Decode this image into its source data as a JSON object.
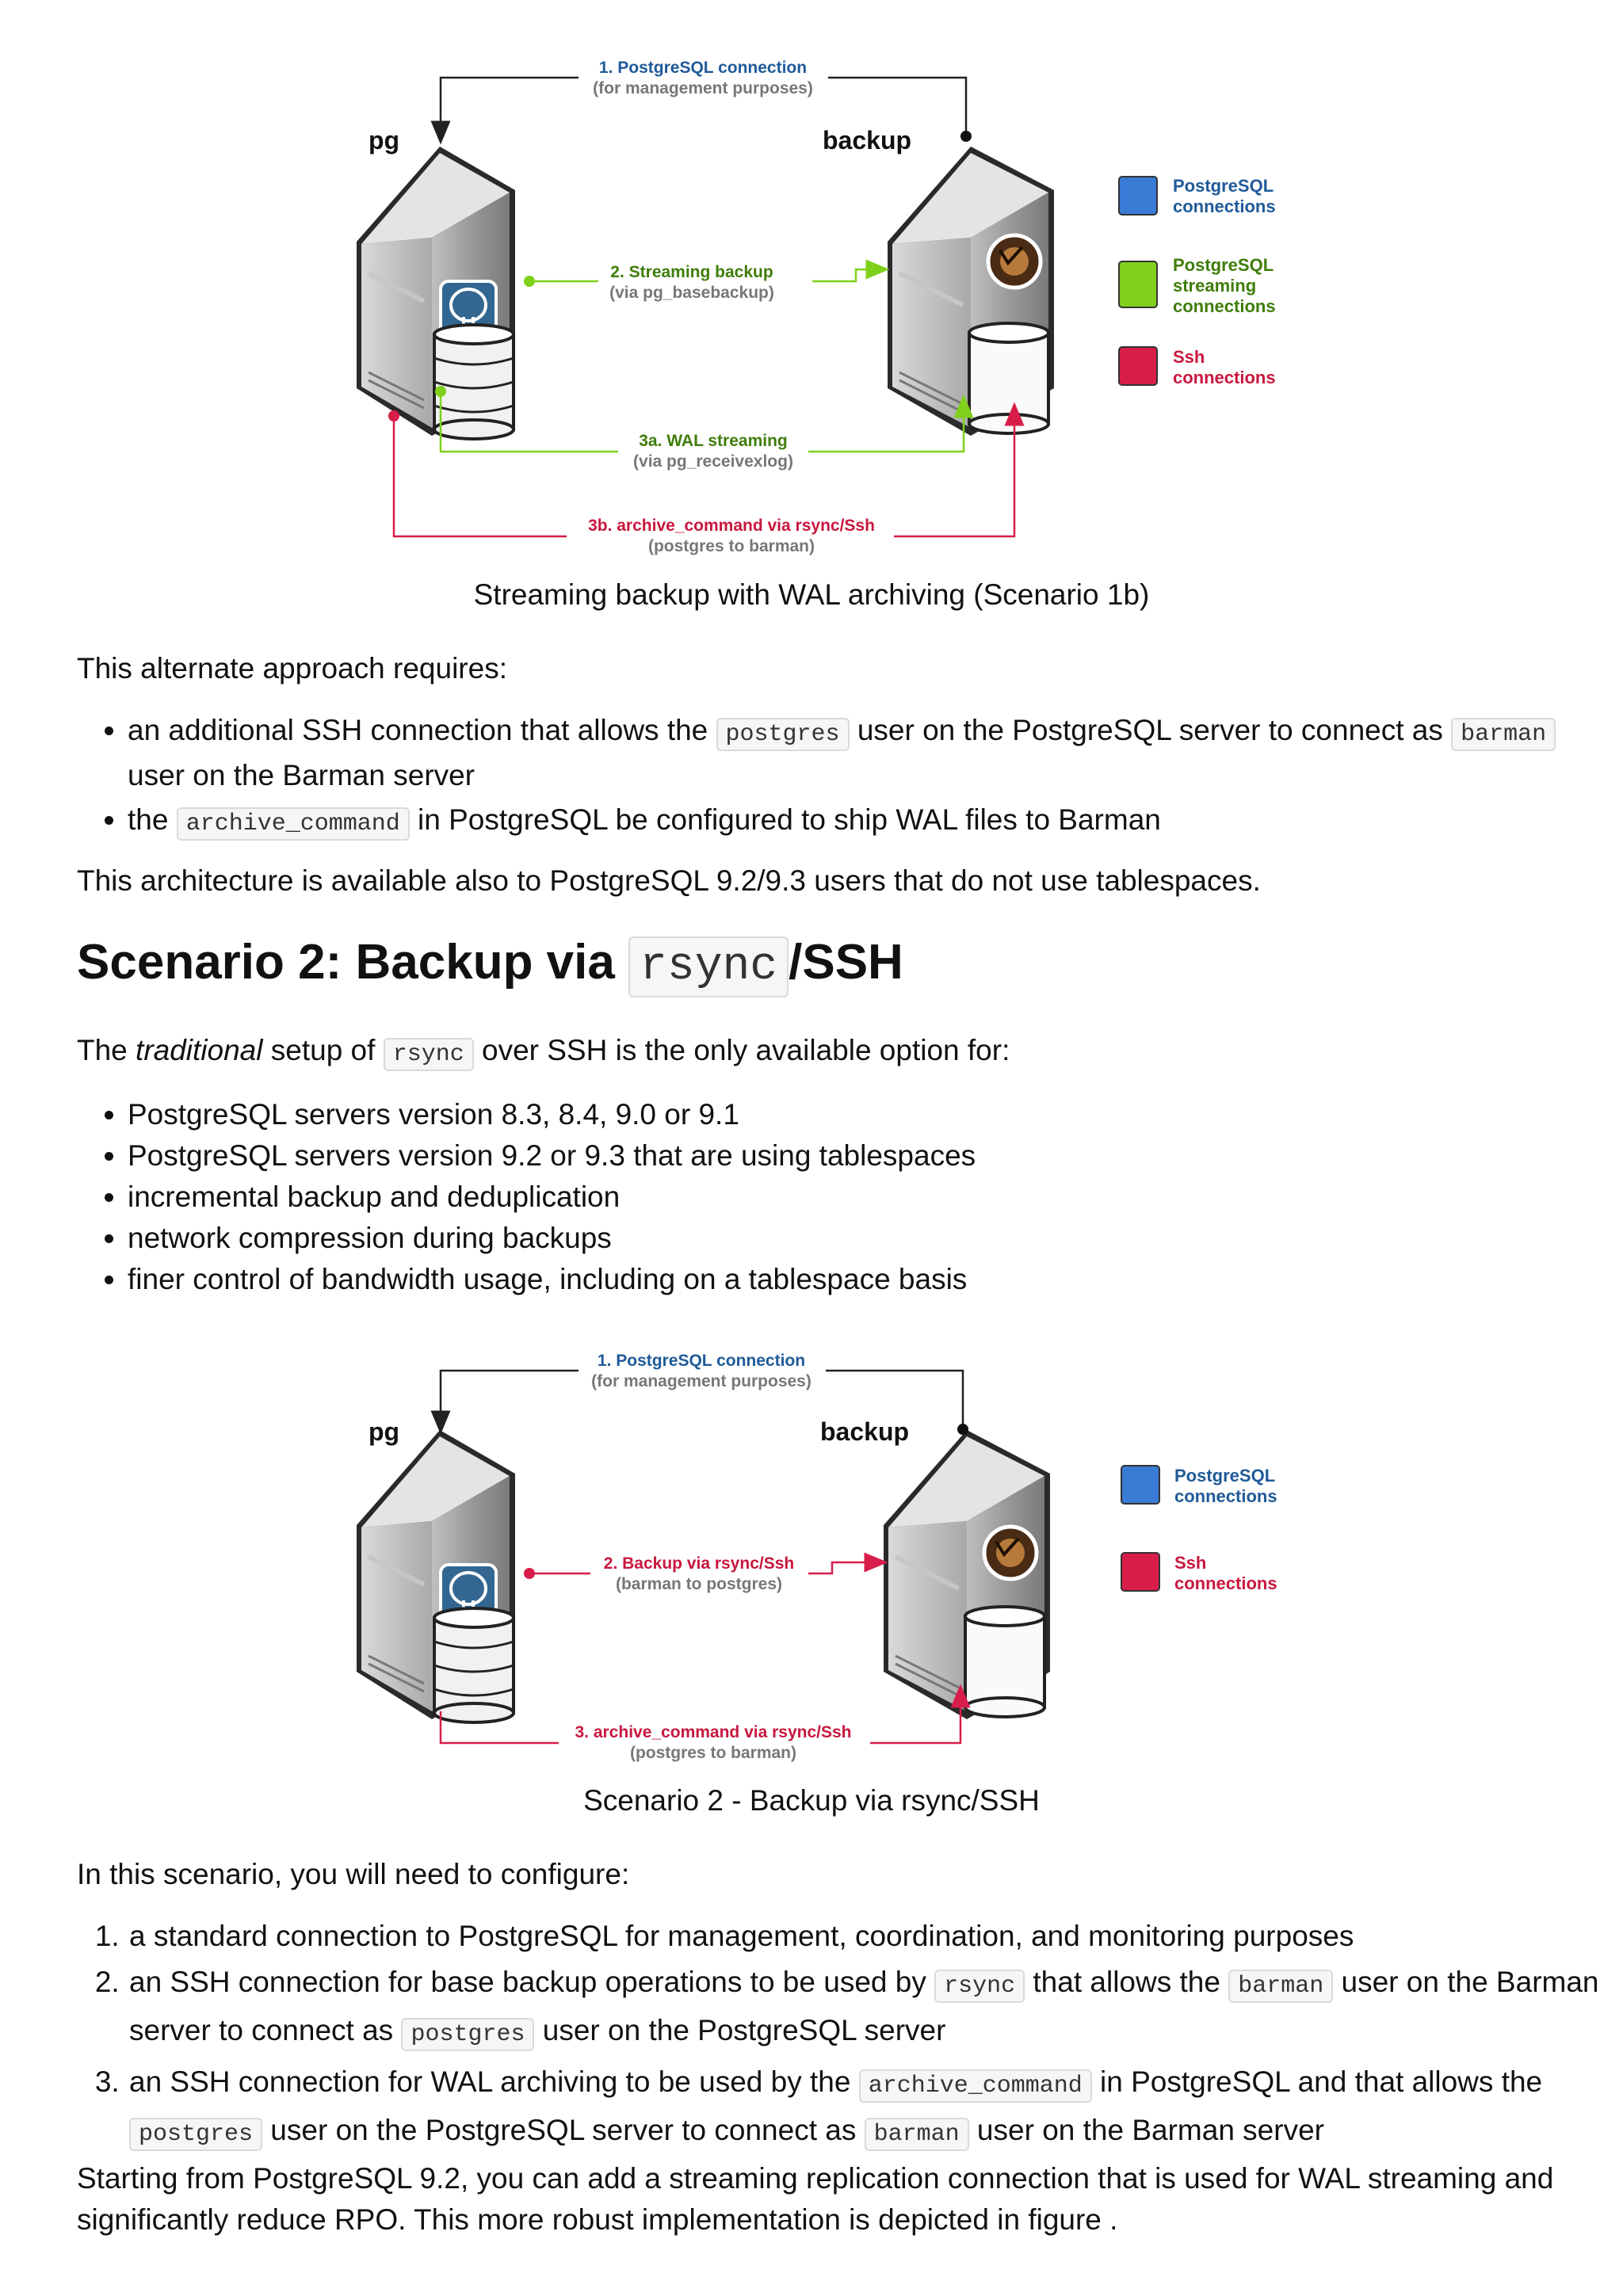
{
  "figure1": {
    "label_pg": "pg",
    "label_backup": "backup",
    "conn1_title": "1. PostgreSQL connection",
    "conn1_sub": "(for management purposes)",
    "conn2_title": "2. Streaming backup",
    "conn2_sub": "(via pg_basebackup)",
    "conn3a_title": "3a. WAL streaming",
    "conn3a_sub": "(via pg_receivexlog)",
    "conn3b_title": "3b. archive_command via rsync/Ssh",
    "conn3b_sub": "(postgres to barman)",
    "legend": [
      {
        "line1": "PostgreSQL",
        "line2": "connections",
        "line3": "",
        "color": "#3a7bd5",
        "text_color": "#1f5a99"
      },
      {
        "line1": "PostgreSQL",
        "line2": "streaming",
        "line3": "connections",
        "color": "#7fd01b",
        "text_color": "#3f7d0a"
      },
      {
        "line1": "Ssh",
        "line2": "connections",
        "line3": "",
        "color": "#d81d4a",
        "text_color": "#c8173e"
      }
    ],
    "caption": "Streaming backup with WAL archiving (Scenario 1b)"
  },
  "section1": {
    "intro": "This alternate approach requires:",
    "bullet1_pre": "an additional SSH connection that allows the ",
    "bullet1_code1": "postgres",
    "bullet1_mid": " user on the PostgreSQL server to connect as ",
    "bullet1_code2": "barman",
    "bullet1_post": " user on the Barman server",
    "bullet2_pre": "the ",
    "bullet2_code": "archive_command",
    "bullet2_post": " in PostgreSQL be configured to ship WAL files to Barman",
    "note": "This architecture is available also to PostgreSQL 9.2/9.3 users that do not use tablespaces."
  },
  "heading": {
    "pre": "Scenario 2: Backup via ",
    "code": "rsync",
    "post": "/SSH"
  },
  "section2": {
    "intro_pre": "The ",
    "intro_em": "traditional",
    "intro_mid": " setup of ",
    "intro_code": "rsync",
    "intro_post": " over SSH is the only available option for:",
    "bullets": [
      "PostgreSQL servers version 8.3, 8.4, 9.0 or 9.1",
      "PostgreSQL servers version 9.2 or 9.3 that are using tablespaces",
      "incremental backup and deduplication",
      "network compression during backups",
      "finer control of bandwidth usage, including on a tablespace basis"
    ]
  },
  "figure2": {
    "label_pg": "pg",
    "label_backup": "backup",
    "conn1_title": "1. PostgreSQL connection",
    "conn1_sub": "(for management purposes)",
    "conn2_title": "2. Backup via rsync/Ssh",
    "conn2_sub": "(barman to postgres)",
    "conn3_title": "3. archive_command via rsync/Ssh",
    "conn3_sub": "(postgres to barman)",
    "legend": [
      {
        "line1": "PostgreSQL",
        "line2": "connections",
        "color": "#3a7bd5",
        "text_color": "#1f5a99"
      },
      {
        "line1": "Ssh",
        "line2": "connections",
        "color": "#d81d4a",
        "text_color": "#c8173e"
      }
    ],
    "caption": "Scenario 2 - Backup via rsync/SSH"
  },
  "section3": {
    "intro": "In this scenario, you will need to configure:",
    "item1": "a standard connection to PostgreSQL for management, coordination, and monitoring purposes",
    "item2_pre": "an SSH connection for base backup operations to be used by ",
    "item2_code1": "rsync",
    "item2_mid1": " that allows the ",
    "item2_code2": "barman",
    "item2_mid2": " user on the Barman server to connect as ",
    "item2_code3": "postgres",
    "item2_post": " user on the PostgreSQL server",
    "item3_pre": "an SSH connection for WAL archiving to be used by the ",
    "item3_code1": "archive_command",
    "item3_mid1": " in PostgreSQL and that allows the ",
    "item3_code2": "postgres",
    "item3_mid2": " user on the PostgreSQL server to connect as ",
    "item3_code3": "barman",
    "item3_post": " user on the Barman server",
    "outro": "Starting from PostgreSQL 9.2, you can add a streaming replication connection that is used for WAL streaming and significantly reduce RPO. This more robust implementation is depicted in figure ."
  }
}
